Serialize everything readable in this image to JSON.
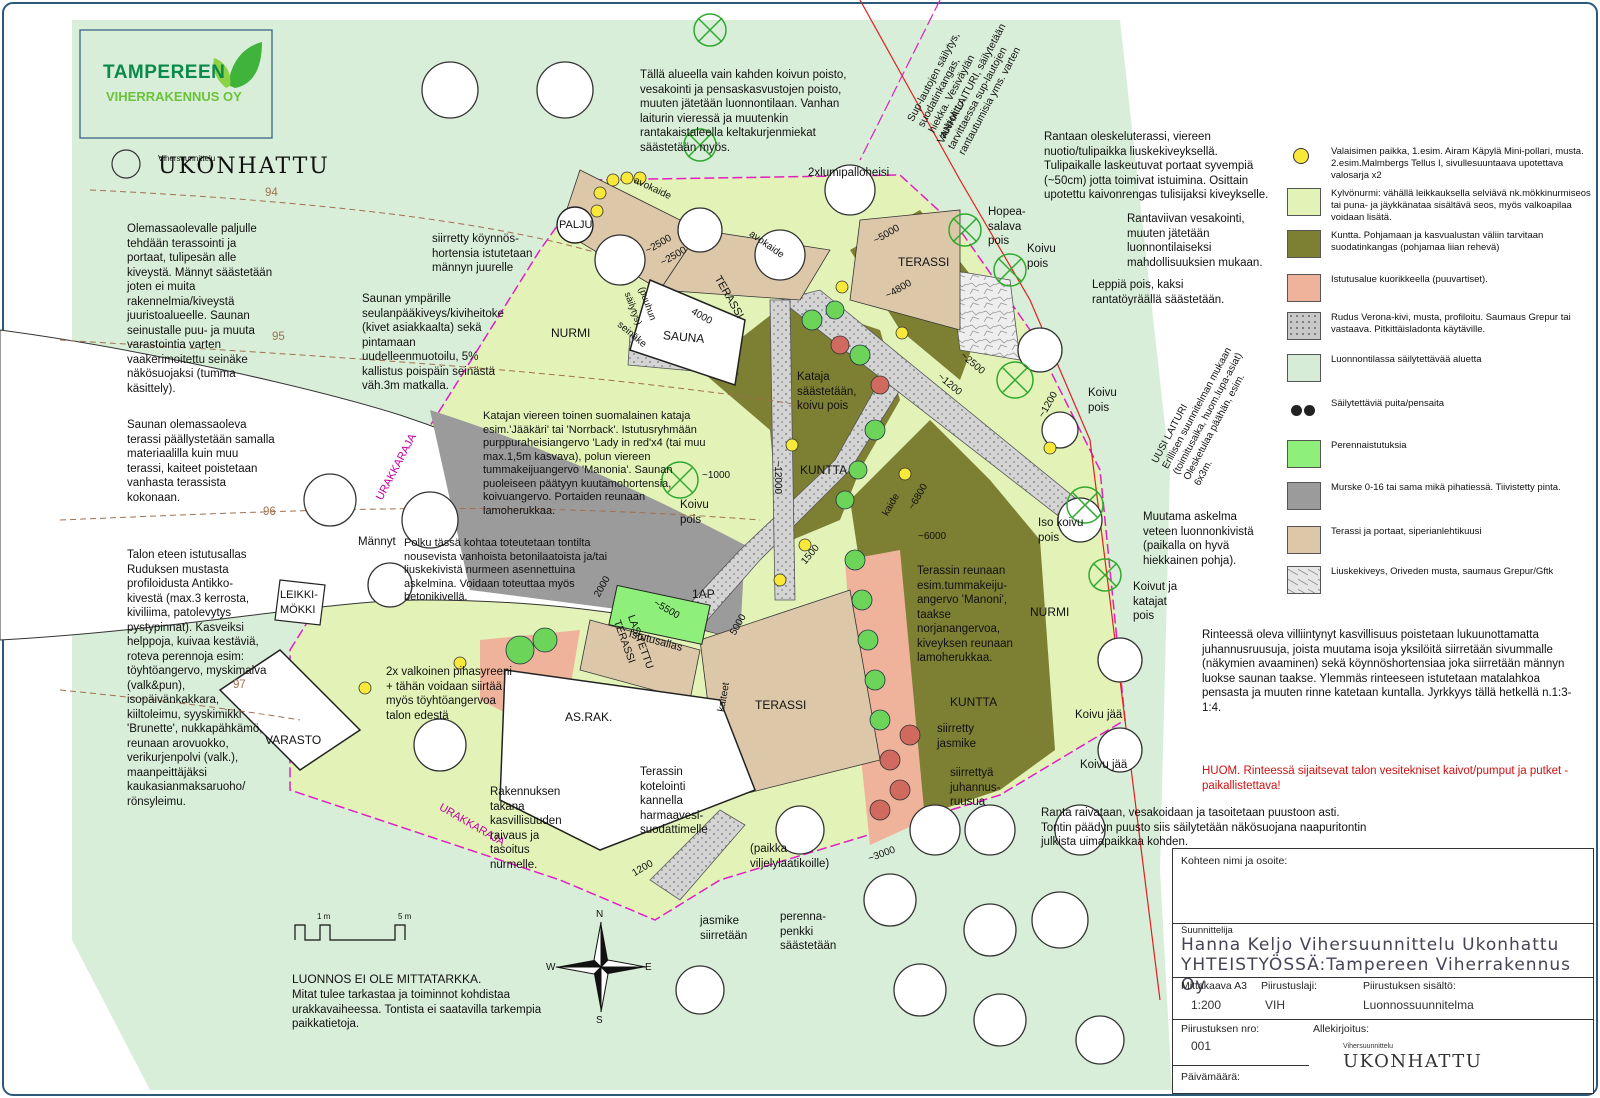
{
  "logo": {
    "line1": "TAMPEREEN",
    "line2": "VIHERRAKENNUS OY"
  },
  "brand": {
    "small": "Vihersuunnittelu",
    "big": "UKONHATTU"
  },
  "contours": [
    "94",
    "95",
    "96",
    "97"
  ],
  "plan_labels": {
    "palju": "PALJU",
    "sauna": "SAUNA",
    "terassi_sauna": "TERASSI",
    "terassi_top": "TERASSI",
    "terassi_house": "TERASSI",
    "nurmi_left": "NURMI",
    "nurmi_right": "NURMI",
    "kuntta_left": "KUNTTA",
    "kuntta_right": "KUNTTA",
    "ap": "1AP",
    "asrak": "AS.RAK.",
    "varasto": "VARASTO",
    "leikkimokki": "LEIKKI-\nMÖKKI",
    "lasitettu": "LASITETTU\nTERASSI",
    "istutusallas": "Istutusallas",
    "urakkaraja1": "URAKKARAJA",
    "urakkaraja2": "URAKKARAJA",
    "avokaide1": "avokaide",
    "avokaide2": "avokaide",
    "kaide": "kaide",
    "kaiteet": "kaiteet",
    "seinake": "seinäke",
    "puuhun": "(puuhun\nsäilytys)",
    "mannyt": "Männyt",
    "hopea": "Hopea-\nsalava\npois",
    "koivu_pois1": "Koivu\npois",
    "koivu_pois2": "Koivu\npois",
    "koivu_pois3": "Koivu\npois",
    "iso_koivu": "Iso koivu\npois",
    "koivut_katajat": "Koivut ja\nkatajat\npois",
    "koivu_jaa1": "Koivu jää",
    "koivu_jaa2": "Koivu jää",
    "kataja_saastetaan": "Kataja\nsäästetään,\nkoivu pois",
    "xlumipallo": "2xlumipalloheisi",
    "jasmike_siirretaan": "jasmike\nsiirretään",
    "perennapenkki": "perenna-\npenkki\nsäästetään",
    "paikka_viljely": "(paikka\nviljelylaatikoille)",
    "siirretty_jasmike": "siirretty\njasmike",
    "siirretty_ruusu": "siirrettyä\njuhannus-\nruusua",
    "vanha_laituri": "VANHA LAITURI, säilytetään\ntarvittaessa sup-lautojen\nrantautumisia yms. varten",
    "sup": "Sup-lautojen säilytys,\nsuodatinkangas,\nhiekka. Vesiväylän\naukiolitto.",
    "uusi_laituri": "UUSI LAITURI\nErillisen suunnitelman mukaan\n(toimitusaika, huom.lupa-asiat)\nOlesketulaa päähän, esim.\n6x3m."
  },
  "dims": [
    "avokaide",
    "~2500",
    "~2500",
    "4000",
    "~5000",
    "~4800",
    "~2500",
    "~1200",
    "~12000",
    "~1000",
    "~6800",
    "~6000",
    "1500",
    "5000",
    "~5500",
    "2000",
    "~3000",
    "1200",
    "~1200"
  ],
  "notes": {
    "top_center": "Tällä alueella vain kahden koivun poisto, vesakointi ja pensaskasvustojen poisto, muuten jätetään luonnontilaan. Vanhan laiturin vieressä ja muutenkin rantakaistaleella keltakurjenmiekat säästetään myös.",
    "palju": "Olemassaolevalle paljulle tehdään terassointi ja portaat, tulipesän alle kiveystä. Männyt säästetään joten ei muita rakennelmia/kiveystä juuristoalueelle. Saunan seinustalle puu- ja muuta varastointia varten vaakerimoitettu seinäke näkösuojaksi (tumma käsittely).",
    "hortensia": "siirretty köynnös-\nhortensia istutetaan\nmännyn juurelle",
    "seula": "Saunan ympärille seulanpääkiveys/kiviheitoke (kivet asiakkaalta) sekä pintamaan uudelleenmuotoilu, 5% kallistus poispäin seinästä väh.3m matkalla.",
    "sauna_terassi": "Saunan olemassaoleva terassi päällystetään samalla materiaalilla kuin muu terassi, kaiteet poistetaan vanhasta terassista kokonaan.",
    "kataja": "Katajan viereen toinen suomalainen kataja esim.'Jääkäri' tai 'Norrback'. Istutusryhmään purppuraheisiangervo 'Lady in red'x4 (tai muu max.1,5m kasvava), polun viereen tummakeijuangervo 'Manonia'. Saunan puoleiseen päätyyn kuutamohortensia, koivuangervo. Portaiden reunaan lamoherukkaa.",
    "talon": "Talon eteen istutusallas Ruduksen mustasta profiloidusta Antikko-kivestä (max.3 kerrosta, kiviliima, patolevytys pystypinnat). Kasveiksi helppoja, kuivaa kestäviä, roteva perennoja esim: töyhtöangervo, myskimalva (valk&pun), isopäivänkakkara, kiiltoleimu, syyskimikki 'Brunette', nukkapähkämö, reunaan arovuokko, verikurjenpolvi (valk.), maanpeittäjäksi kaukasianmaksaruoho/ rönsyleimu.",
    "polku": "Polku tässä kohtaa toteutetaan tontilta nousevista vanhoista betonilaatoista ja/tai liuskekivistä nurmeen asennettuina askelmina. Voidaan toteuttaa myös betonikivellä.",
    "valkoinen": "2x valkoinen pihasyreeni + tähän voidaan siirtää myös töyhtöangervoa talon edestä",
    "rakennuksen": "Rakennuksen takana kasvillisuuden raivaus ja tasoitus nurmelle.",
    "kotelointi": "Terassin kotelointi kannella harmaavesi-suodattimelle",
    "terassin_reuna": "Terassin reunaan esim.tummakeiju-angervo 'Manoni', taakse norjanangervoa, kiveyksen reunaan lamoherukkaa.",
    "rantaan": "Rantaan oleskeluterassi, viereen nuotio/tulipaikka liuskekiveyksellä. Tulipaikalle laskeutuvat portaat syvempiä (~50cm) jotta toimivat istuimina. Osittain upotettu kaivonrengas tulisijaksi kiveykselle.",
    "rantaviiva": "Rantaviivan vesakointi, muuten jätetään luonnontilaiseksi mahdollisuuksien mukaan.",
    "leppia": "Leppiä pois, kaksi rantatöyräällä säästetään.",
    "askelma": "Muutama askelma veteen luonnonkivistä (paikalla on hyvä hiekkainen pohja).",
    "rinteessa": "Rinteessä oleva villiintynyt kasvillisuus poistetaan lukuunottamatta juhannusruusuja, joista muutama isoja yksilöitä siirretään sivummalle (näkymien avaaminen) sekä köynnöshortensiaa joka siirretään männyn luokse saunan taakse. Ylemmäs rinteeseen istutetaan matalahkoa pensasta ja muuten rinne katetaan kuntalla. Jyrkkyys tällä hetkellä n.1:3-1:4.",
    "huom": "HUOM. Rinteessä sijaitsevat talon vesitekniset kaivot/pumput ja putket - paikallistettava!",
    "ranta_raivataan": "Ranta raivataan, vesakoidaan ja tasoitetaan puustoon asti. Tontin päädyn puusto siis säilytetään näkösuojana naapuritontin julkista uimapaikkaa kohden.",
    "luonnos": "LUONNOS EI OLE MITTATARKKA.",
    "mitat": "Mitat tulee tarkastaa ja toiminnot kohdistaa urakkavaiheessa. Tontista ei saatavilla tarkempia paikkatietoja."
  },
  "scale_bar": {
    "a": "1 m",
    "b": "5 m"
  },
  "compass": {
    "n": "N",
    "s": "S",
    "e": "E",
    "w": "W"
  },
  "legend": [
    {
      "text": "Valaisimen paikka, 1.esim. Airam Käpylä Mini-pollari, musta. 2.esim.Malmbergs Tellus I, sivullesuuntaava upotettava valosarja x2",
      "color": "#ffffff"
    },
    {
      "text": "Kylvönurmi: vähällä leikkauksella selviävä nk.mökkinurmiseos tai puna- ja jäykkänataa sisältävä seos, myös valkoapilaa voidaan lisätä.",
      "color": "#e3f3b8"
    },
    {
      "text": "Kuntta. Pohjamaan ja kasvualustan väliin tarvitaan suodatinkangas (pohjamaa liian rehevä)",
      "color": "#7d7f33"
    },
    {
      "text": "Istutusalue kuorikkeella (puuvartiset).",
      "color": "#eeb39a"
    },
    {
      "text": "Rudus Verona-kivi, musta, profiloitu. Saumaus Grepur tai vastaava. Pitkittäisladonta käytäville.",
      "color": "#c8c8c8"
    },
    {
      "text": "Luonnontilassa säilytettävää aluetta",
      "color": "#d6ecd6"
    },
    {
      "text": "Säilytettäviä puita/pensaita",
      "color": "#ffffff"
    },
    {
      "text": "Perennaistutuksia",
      "color": "#8ef07a"
    },
    {
      "text": "Murske 0-16 tai sama mikä pihatiessä. Tiivistetty pinta.",
      "color": "#9b9b9b"
    },
    {
      "text": "Terassi ja portaat, siperianlehtikuusi",
      "color": "#dcc8a9"
    },
    {
      "text": "Liuskekiveys, Oriveden musta, saumaus Grepur/Gftk",
      "color": "#e6e6e6"
    }
  ],
  "title_block": {
    "kohteen_cap": "Kohteen nimi ja osoite:",
    "suunnittelija_cap": "Suunnittelija",
    "suunnittelija": "Hanna Keljo Vihersuunnittelu Ukonhattu",
    "yhteistyo": "YHTEISTYÖSSÄ:Tampereen Viherrakennus Oy",
    "mittakaava_cap": "Mittakaava A3",
    "mittakaava": "1:200",
    "piirustuslaji_cap": "Piirustuslaji:",
    "piirustuslaji": "VIH",
    "sisalto_cap": "Piirustuksen sisältö:",
    "sisalto": "Luonnossuunnitelma",
    "nro_cap": "Piirustuksen nro:",
    "nro": "001",
    "allekirjoitus_cap": "Allekirjoitus:",
    "paivamaara_cap": "Päivämäärä:"
  }
}
